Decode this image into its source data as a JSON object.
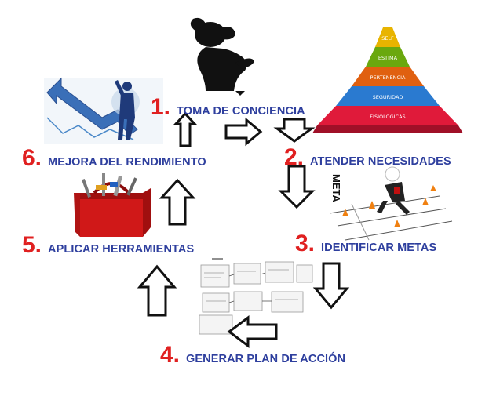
{
  "steps": [
    {
      "num": "1.",
      "label": "TOMA DE CONCIENCIA"
    },
    {
      "num": "2.",
      "label": "ATENDER NECESIDADES"
    },
    {
      "num": "3.",
      "label": "IDENTIFICAR METAS"
    },
    {
      "num": "4.",
      "label": "GENERAR PLAN DE ACCIÓN"
    },
    {
      "num": "5.",
      "label": "APLICAR HERRAMIENTAS"
    },
    {
      "num": "6.",
      "label": "MEJORA DEL RENDIMIENTO"
    }
  ],
  "pyramid": {
    "levels": [
      {
        "label": "SELF",
        "color": "#e8b400"
      },
      {
        "label": "ESTIMA",
        "color": "#6aa80e"
      },
      {
        "label": "PERTENENCIA",
        "color": "#e06010"
      },
      {
        "label": "SEGURIDAD",
        "color": "#2a7ad0"
      },
      {
        "label": "FISIOLÓGICAS",
        "color": "#e01a3a"
      }
    ]
  },
  "meta_label": "META",
  "colors": {
    "number": "#e02020",
    "label": "#2e3f9e"
  }
}
